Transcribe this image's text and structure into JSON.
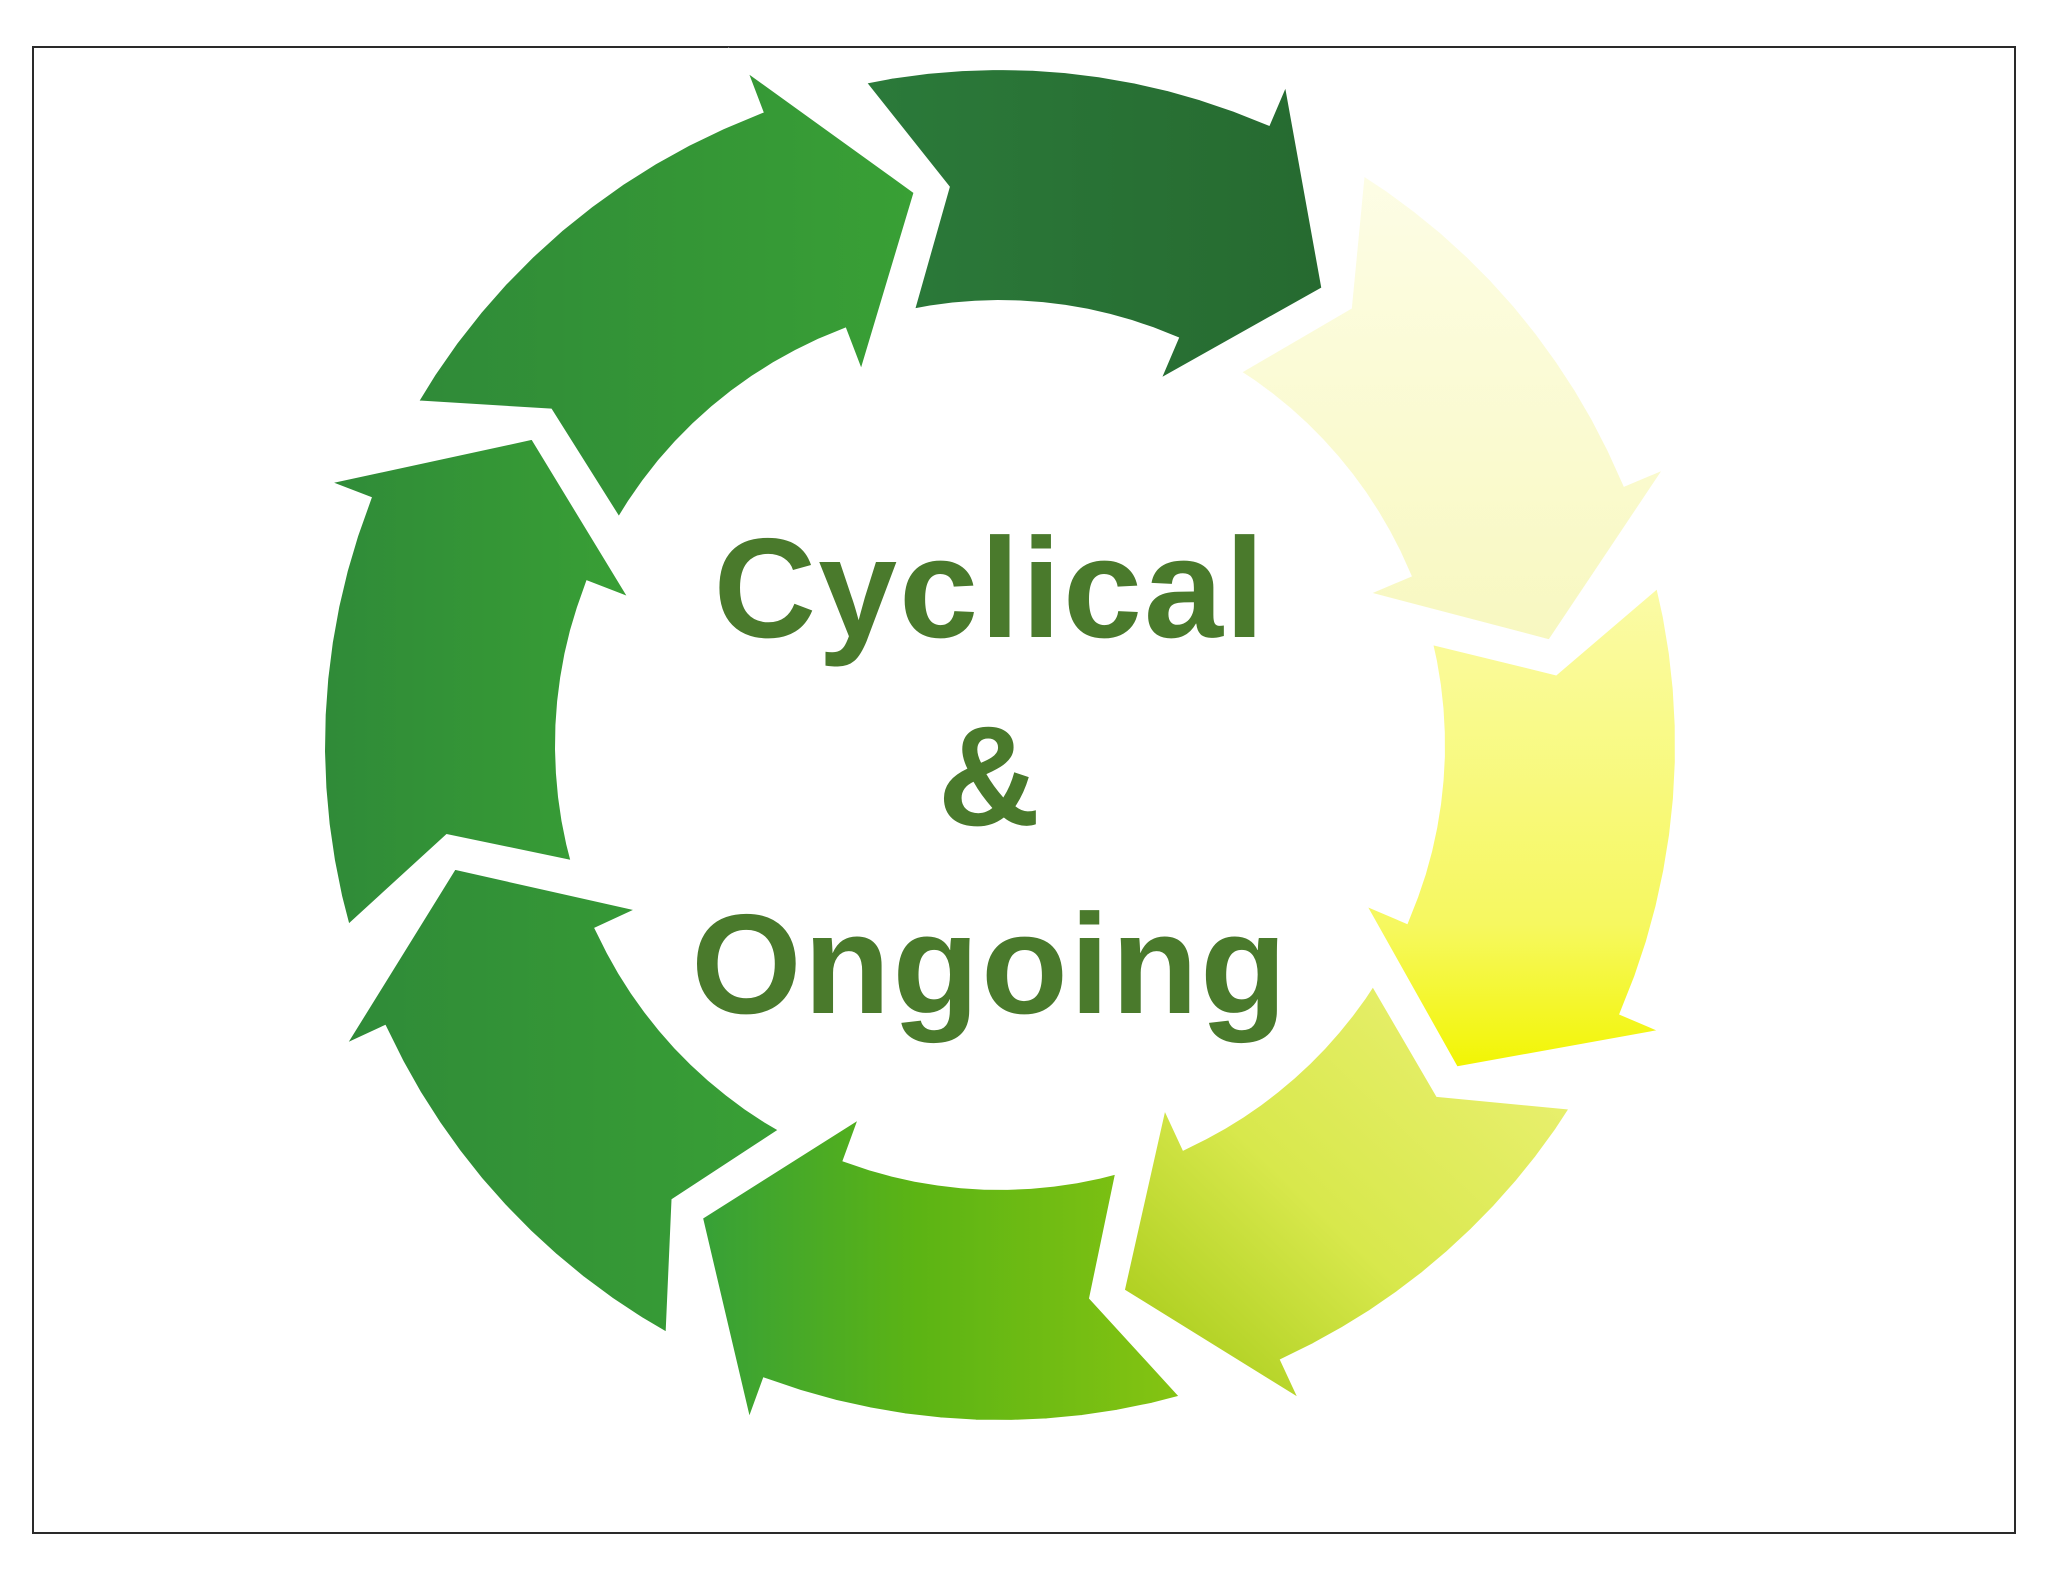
{
  "title_lines": [
    "Cyclical",
    "&",
    "Ongoing"
  ],
  "colors": {
    "text": "#4a7a2c",
    "arrow_dark": "#2a6e35",
    "arrow_mid": "#339438",
    "arrow_bright": "#5cb318",
    "arrow_lime": "#c8e33a",
    "arrow_yellow": "#f4f740",
    "arrow_pale": "#fcfcd4"
  },
  "arrows": [
    {
      "name": "arrow-top-right",
      "color_key": "arrow_dark"
    },
    {
      "name": "arrow-right-upper",
      "color_key": "arrow_pale"
    },
    {
      "name": "arrow-right-lower",
      "color_key": "arrow_yellow"
    },
    {
      "name": "arrow-bottom-right",
      "color_key": "arrow_lime"
    },
    {
      "name": "arrow-bottom-left",
      "color_key": "arrow_bright"
    },
    {
      "name": "arrow-left-lower",
      "color_key": "arrow_mid"
    },
    {
      "name": "arrow-left-upper",
      "color_key": "arrow_mid"
    },
    {
      "name": "arrow-top-left",
      "color_key": "arrow_mid"
    }
  ]
}
